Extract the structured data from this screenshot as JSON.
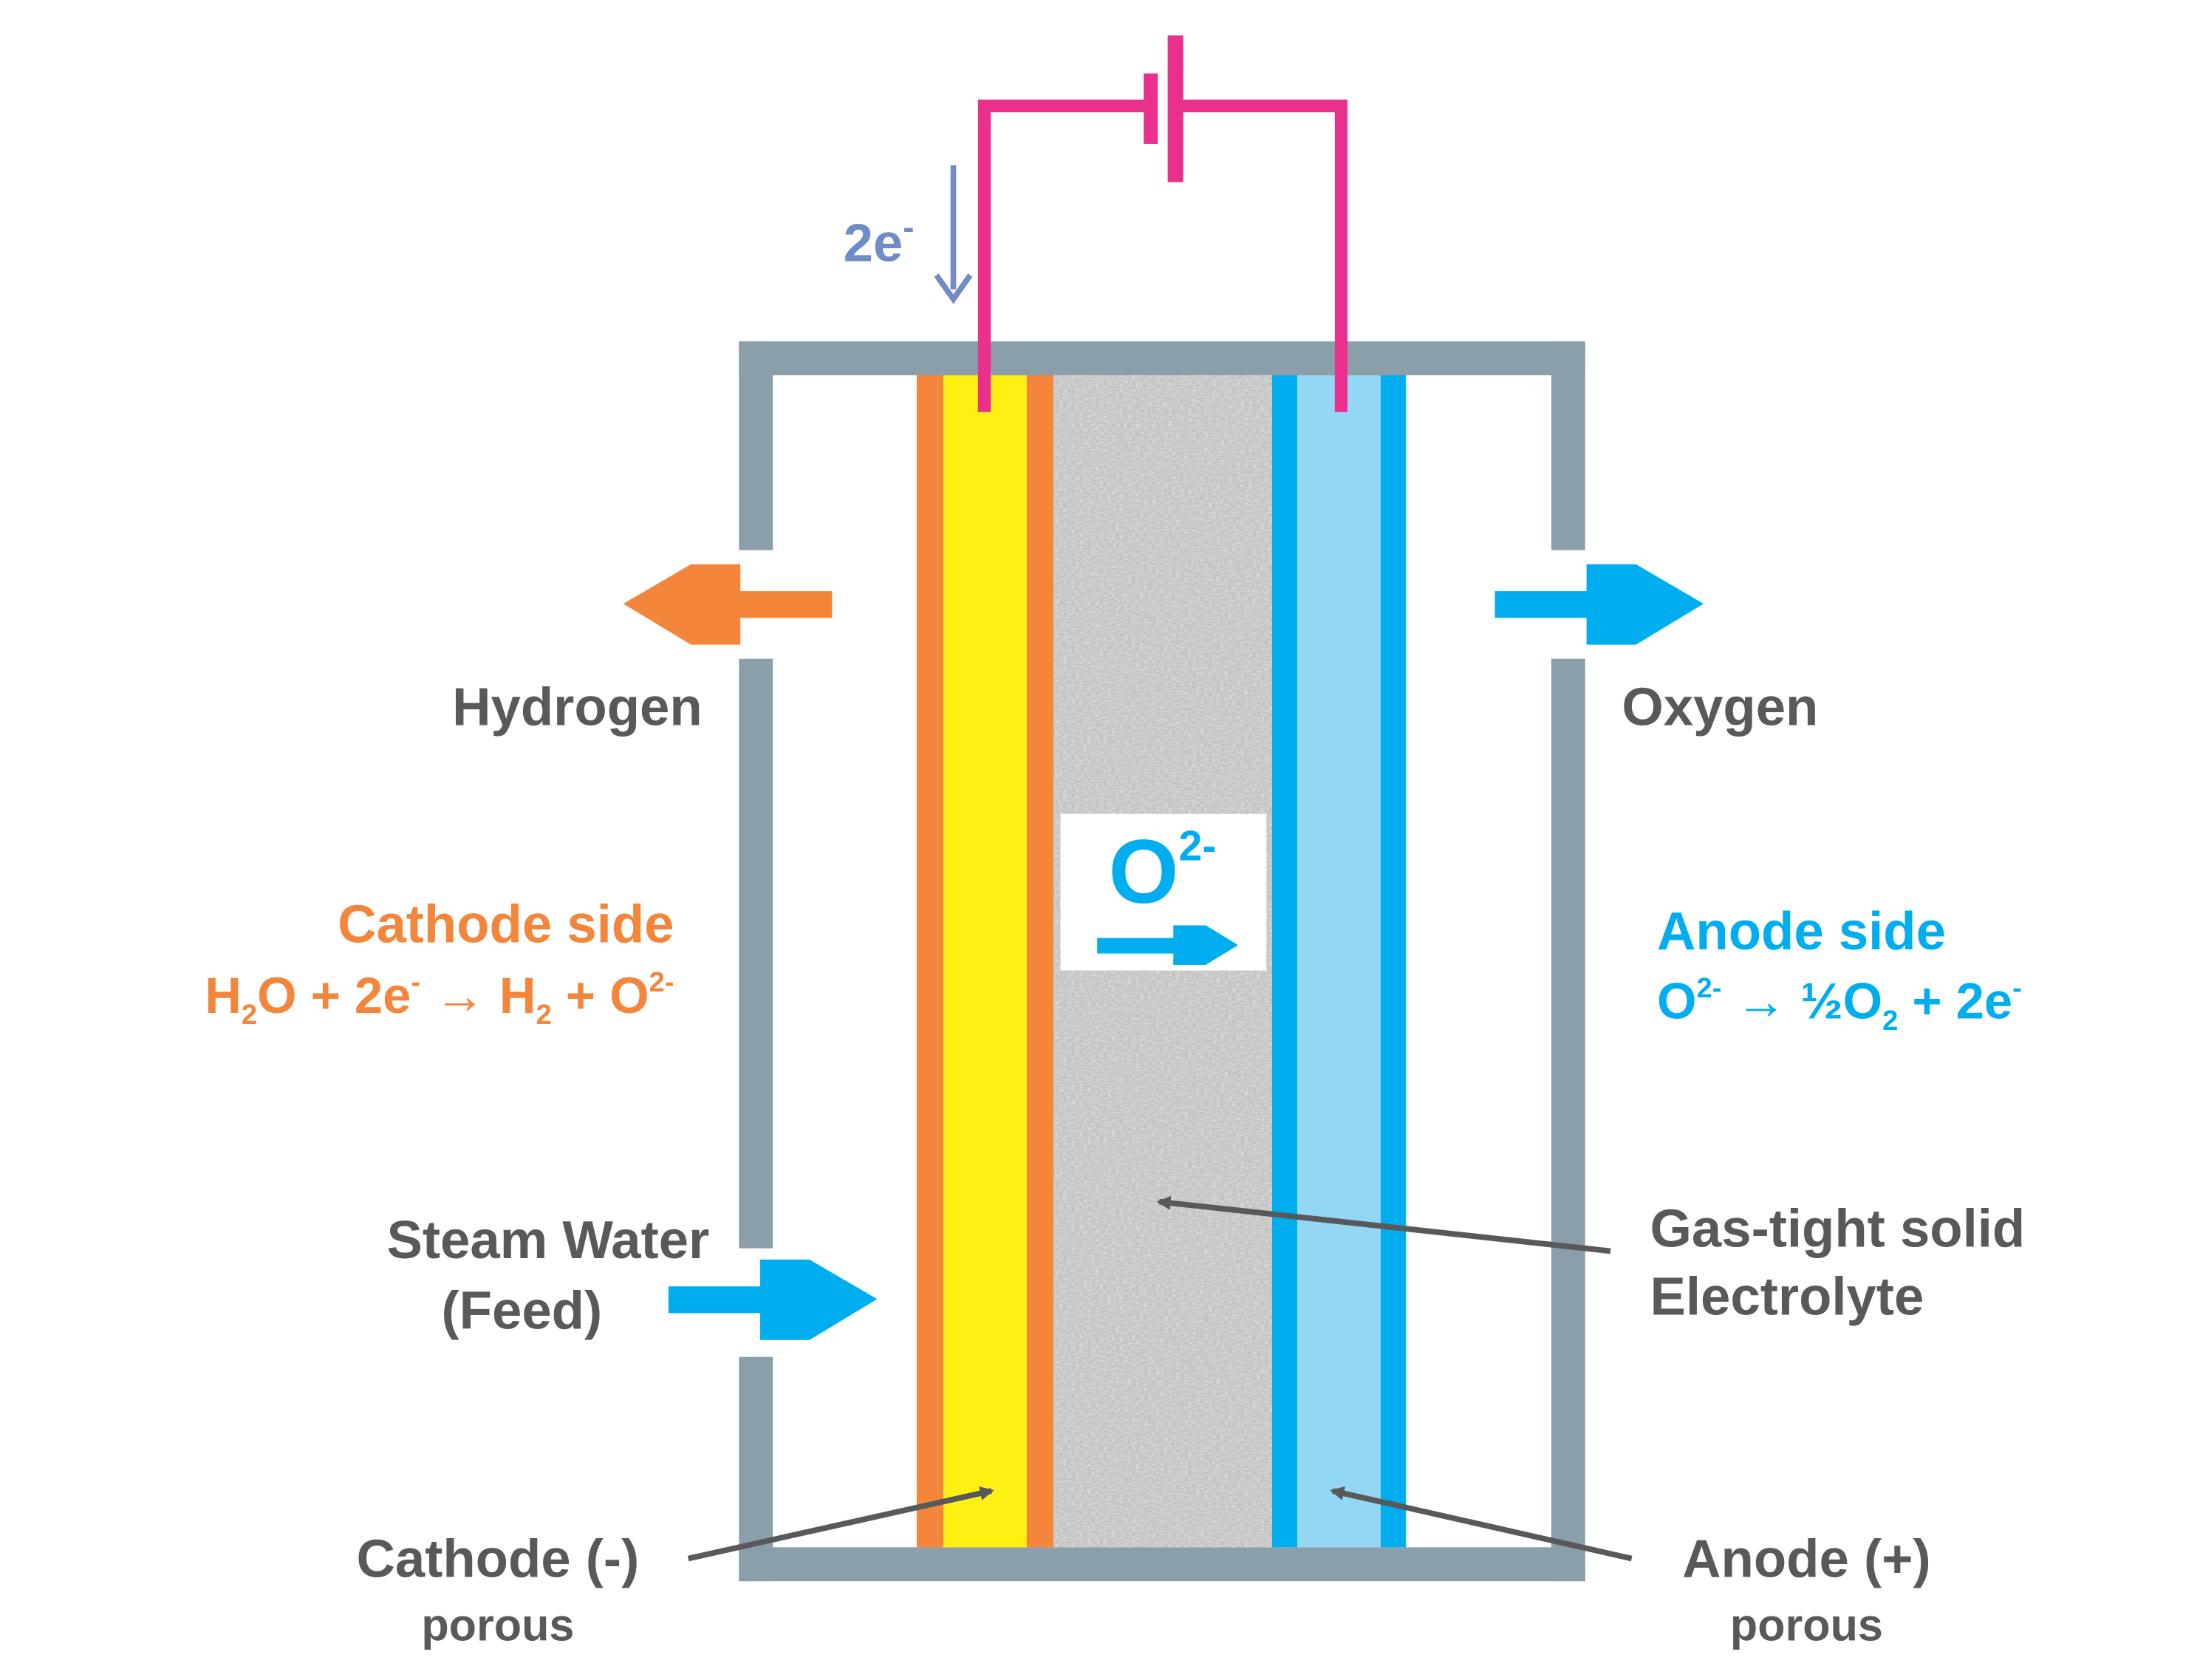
{
  "colors": {
    "frame": "#8A9FAA",
    "cathode_orange": "#F3863A",
    "cathode_yellow": "#FFF014",
    "anode_blue": "#00AEEF",
    "anode_light": "#94D7F5",
    "wire": "#E8308C",
    "electron": "#6F8CC7",
    "label": "#58595B"
  },
  "labels": {
    "electrons": {
      "main": "2e",
      "sup": "-"
    },
    "hydrogen": "Hydrogen",
    "oxygen": "Oxygen",
    "ion": {
      "main": "O",
      "sup": "2-"
    },
    "cathode_side": {
      "title": "Cathode side",
      "equation": [
        "H",
        "2",
        "O + 2e",
        "-",
        " → H",
        "2",
        " + O",
        "2-"
      ]
    },
    "anode_side": {
      "title": "Anode side",
      "equation": [
        "O",
        "2-",
        " → ½O",
        "2",
        " + 2e",
        "-"
      ]
    },
    "steam": [
      "Steam Water",
      "(Feed)"
    ],
    "electrolyte": [
      "Gas-tight solid",
      "Electrolyte"
    ],
    "cathode": {
      "name": "Cathode (-)",
      "note": "porous"
    },
    "anode": {
      "name": "Anode (+)",
      "note": "porous"
    }
  }
}
